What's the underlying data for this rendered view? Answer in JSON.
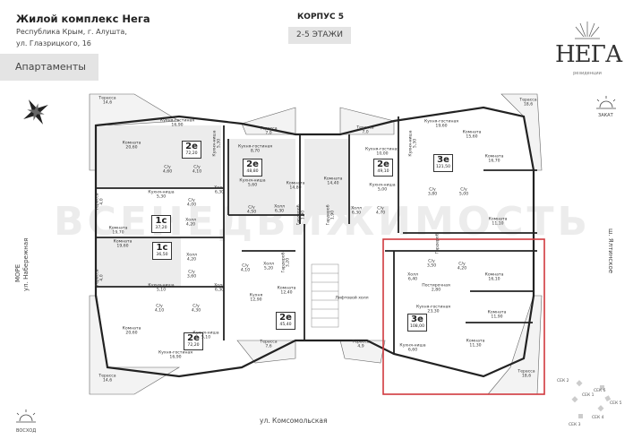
{
  "header": {
    "title": "Жилой комплекс Нега",
    "address_line1": "Республика Крым, г. Алушта,",
    "address_line2": "ул. Глазрицкого, 16",
    "section_tab": "Апартаменты",
    "building": "КОРПУС 5",
    "floors": "2-5 ЭТАЖИ"
  },
  "logo": {
    "name": "НЕГА",
    "subtitle": "резиденции"
  },
  "watermark": "ВСЕНЕДВИЖИМОСТЬ",
  "orientation": {
    "sunrise": "ВОСХОД",
    "sunset": "ЗАКАТ",
    "sea": "МОРЕ",
    "sea_street": "ул. Набережная",
    "bottom_street": "ул. Комсомольская",
    "right_street": "ш. Ялтинское",
    "compass_icon": "compass-rose-icon"
  },
  "sections": [
    "СЕК 1",
    "СЕК 2",
    "СЕК 3",
    "СЕК 4",
    "СЕК 5",
    "СЕК 6"
  ],
  "highlight_color": "#d0393e",
  "apartments": [
    {
      "type": "2е",
      "area": "72,20"
    },
    {
      "type": "2е",
      "area": "48,80"
    },
    {
      "type": "2е",
      "area": "49,10"
    },
    {
      "type": "3е",
      "area": "121,50"
    },
    {
      "type": "1с",
      "area": "37,20"
    },
    {
      "type": "1с",
      "area": "36,50"
    },
    {
      "type": "2е",
      "area": "72,20"
    },
    {
      "type": "2е",
      "area": "45,40"
    },
    {
      "type": "3е",
      "area": "108,00",
      "selected": true
    }
  ],
  "rooms": [
    {
      "name": "Терасса",
      "area": "14,6"
    },
    {
      "name": "Кухня-гостиная",
      "area": "16,90"
    },
    {
      "name": "Комната",
      "area": "20,60"
    },
    {
      "name": "С/у",
      "area": "4,60"
    },
    {
      "name": "С/у",
      "area": "4,10"
    },
    {
      "name": "Кухня-ниша",
      "area": "5,30"
    },
    {
      "name": "Терасса",
      "area": "7,0"
    },
    {
      "name": "Кухня-гостиная",
      "area": "8,70"
    },
    {
      "name": "Кухня-ниша",
      "area": "5,60"
    },
    {
      "name": "Комната",
      "area": "14,80"
    },
    {
      "name": "Кухня-ниша",
      "area": "5,30"
    },
    {
      "name": "С/у",
      "area": "4,00"
    },
    {
      "name": "Холл",
      "area": "6,30"
    },
    {
      "name": "С/у",
      "area": "4,50"
    },
    {
      "name": "Холл",
      "area": "6,30"
    },
    {
      "name": "Холл",
      "area": "4,20"
    },
    {
      "name": "Терасса",
      "area": "7,0"
    },
    {
      "name": "Кухня-гостиная",
      "area": "10,00"
    },
    {
      "name": "Кухня-ниша",
      "area": "5,00"
    },
    {
      "name": "Комната",
      "area": "14,40"
    },
    {
      "name": "С/у",
      "area": "4,70"
    },
    {
      "name": "Холл",
      "area": "6,30"
    },
    {
      "name": "Кухня-гостиная",
      "area": "19,60"
    },
    {
      "name": "Кухня-ниша",
      "area": "5,30"
    },
    {
      "name": "Комната",
      "area": "15,60"
    },
    {
      "name": "Комната",
      "area": "16,70"
    },
    {
      "name": "С/у",
      "area": "3,80"
    },
    {
      "name": "С/у",
      "area": "5,00"
    },
    {
      "name": "Комната",
      "area": "11,10"
    },
    {
      "name": "Терасса",
      "area": "18,6"
    },
    {
      "name": "Гардероб",
      "area": "1,90"
    },
    {
      "name": "Гардероб",
      "area": "1,90"
    },
    {
      "name": "Комната",
      "area": "19,70"
    },
    {
      "name": "Комната",
      "area": "19,60"
    },
    {
      "name": "Холл",
      "area": "4,20"
    },
    {
      "name": "С/у",
      "area": "3,60"
    },
    {
      "name": "Кухня-ниша",
      "area": "5,10"
    },
    {
      "name": "Холл",
      "area": "6,30"
    },
    {
      "name": "С/у",
      "area": "4,10"
    },
    {
      "name": "С/у",
      "area": "4,30"
    },
    {
      "name": "Комната",
      "area": "20,60"
    },
    {
      "name": "Кухня-ниша",
      "area": "5,10"
    },
    {
      "name": "Кухня-гостиная",
      "area": "16,90"
    },
    {
      "name": "С/у",
      "area": "4,10"
    },
    {
      "name": "Холл",
      "area": "5,20"
    },
    {
      "name": "Гардероб",
      "area": "3,20"
    },
    {
      "name": "Кухня",
      "area": "12,90"
    },
    {
      "name": "Комната",
      "area": "12,40"
    },
    {
      "name": "Терасса",
      "area": "7,6"
    },
    {
      "name": "Лифтовой холл",
      "area": ""
    },
    {
      "name": "Терасса",
      "area": "4,9"
    },
    {
      "name": "Терасса",
      "area": "4,0"
    },
    {
      "name": "Терасса",
      "area": "4,0"
    },
    {
      "name": "С/у",
      "area": "3,50"
    },
    {
      "name": "С/у",
      "area": "4,20"
    },
    {
      "name": "Холл",
      "area": "6,40"
    },
    {
      "name": "Комната",
      "area": "16,10"
    },
    {
      "name": "Постирочная",
      "area": "2,80"
    },
    {
      "name": "Кухня-гостиная",
      "area": "23,30"
    },
    {
      "name": "Комната",
      "area": "11,90"
    },
    {
      "name": "Кухня-ниша",
      "area": "6,60"
    },
    {
      "name": "Комната",
      "area": "11,30"
    },
    {
      "name": "Терасса",
      "area": "18,6"
    },
    {
      "name": "Терасса",
      "area": "14,6"
    },
    {
      "name": "Гардероб",
      "area": ""
    }
  ]
}
